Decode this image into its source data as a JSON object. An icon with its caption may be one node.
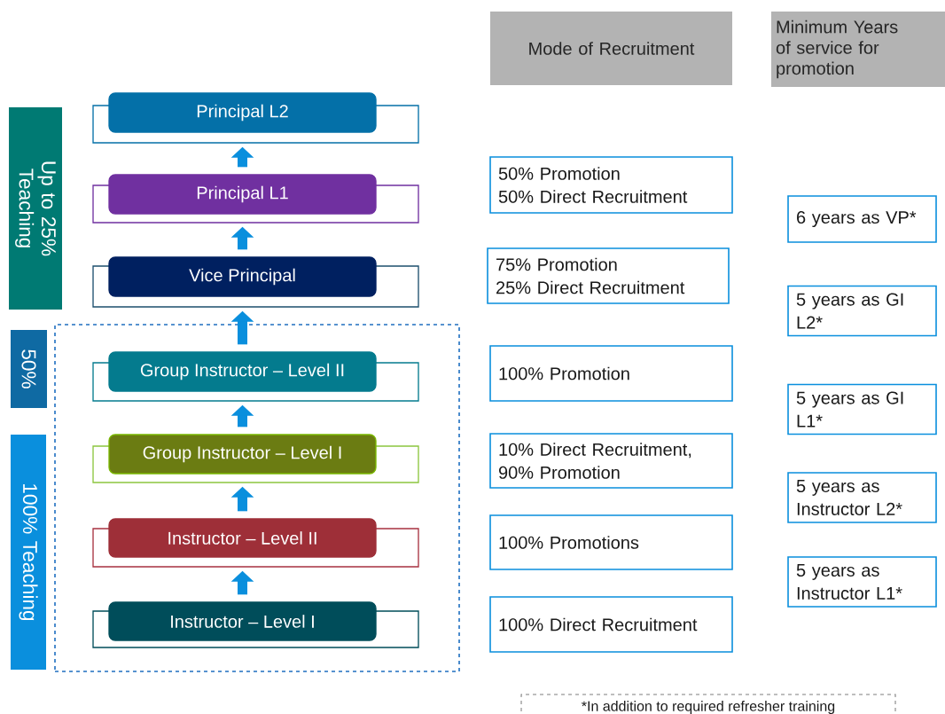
{
  "diagram": {
    "nodes": [
      {
        "text": [
          "Mode of Recruitment"
        ]
      },
      {
        "text": [
          "Minimum Years of service for promotion"
        ]
      },
      {
        "text": [
          "Up to 25% Teaching"
        ]
      },
      {
        "text": [
          "Principal L2"
        ]
      },
      {
        "text": [
          "Principal L1"
        ]
      },
      {
        "text": [
          "50% Promotion",
          "50% Direct Recruitment"
        ]
      },
      {
        "text": [
          "6 years as VP*"
        ]
      },
      {
        "text": [
          "Vice Principal"
        ]
      },
      {
        "text": [
          "75% Promotion",
          "25% Direct Recruitment"
        ]
      },
      {
        "text": [
          "5 years as GI L2*"
        ]
      },
      {
        "text": [
          "50%"
        ]
      },
      {
        "text": [],
        "shape": "box"
      },
      {
        "text": [
          "Group Instructor – Level II"
        ],
        "in": 11
      },
      {
        "text": [
          "100% Promotion"
        ]
      },
      {
        "text": [
          "5 years as GI L1*"
        ]
      },
      {
        "text": [
          "100% Teaching"
        ]
      },
      {
        "text": [
          "Group Instructor – Level I"
        ],
        "in": 11
      },
      {
        "text": [
          "10% Direct Recruitment,",
          "90% Promotion"
        ]
      },
      {
        "text": [
          "5 years as Instructor L2*"
        ]
      },
      {
        "text": [
          "Instructor – Level II"
        ],
        "in": 11
      },
      {
        "text": [
          "100% Promotions"
        ]
      },
      {
        "text": [
          "5 years as Instructor L1*"
        ]
      },
      {
        "text": [
          "Instructor – Level I"
        ],
        "in": 11
      },
      {
        "text": [
          "100% Direct Recruitment"
        ]
      },
      {
        "text": [
          "*In addition to required refresher training"
        ]
      }
    ],
    "edges": [
      {
        "from": 4,
        "to": 3,
        "arrow": "to"
      },
      {
        "from": 7,
        "to": 4,
        "arrow": "to"
      },
      {
        "from": 12,
        "to": 7,
        "arrow": "to"
      },
      {
        "from": 16,
        "to": 12,
        "arrow": "to"
      },
      {
        "from": 19,
        "to": 16,
        "arrow": "to"
      },
      {
        "from": 22,
        "to": 19,
        "arrow": "to"
      }
    ]
  }
}
